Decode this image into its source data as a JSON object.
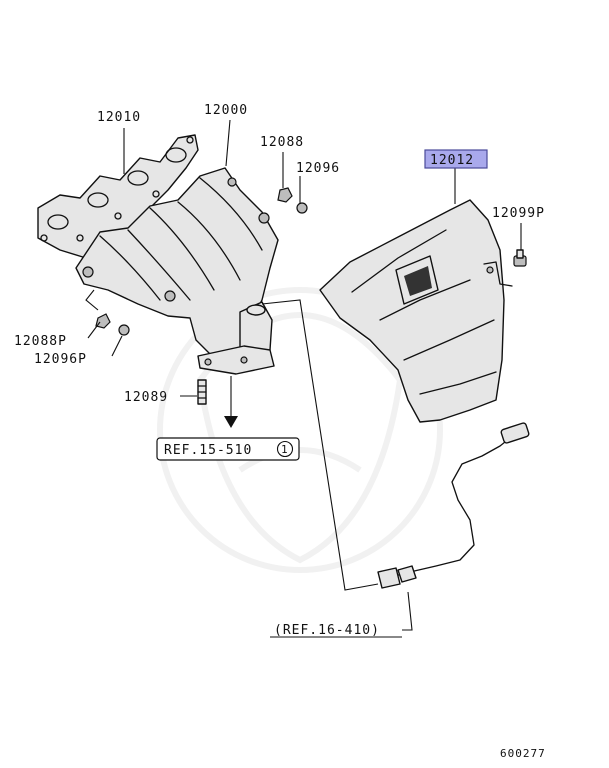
{
  "parts": {
    "p12010": "12010",
    "p12000": "12000",
    "p12088": "12088",
    "p12096": "12096",
    "p12012": "12012",
    "p12099P": "12099P",
    "p12088P": "12088P",
    "p12096P": "12096P",
    "p12089": "12089"
  },
  "references": {
    "ref_15_510": "REF.15-510",
    "ref_15_510_circle": "1",
    "ref_16_410": "(REF.16-410)"
  },
  "figure_code": "600277",
  "colors": {
    "highlight_fill": "#a9a9ec",
    "highlight_stroke": "#4a4a9a",
    "line": "#111111",
    "part_fill": "#e6e6e6"
  }
}
